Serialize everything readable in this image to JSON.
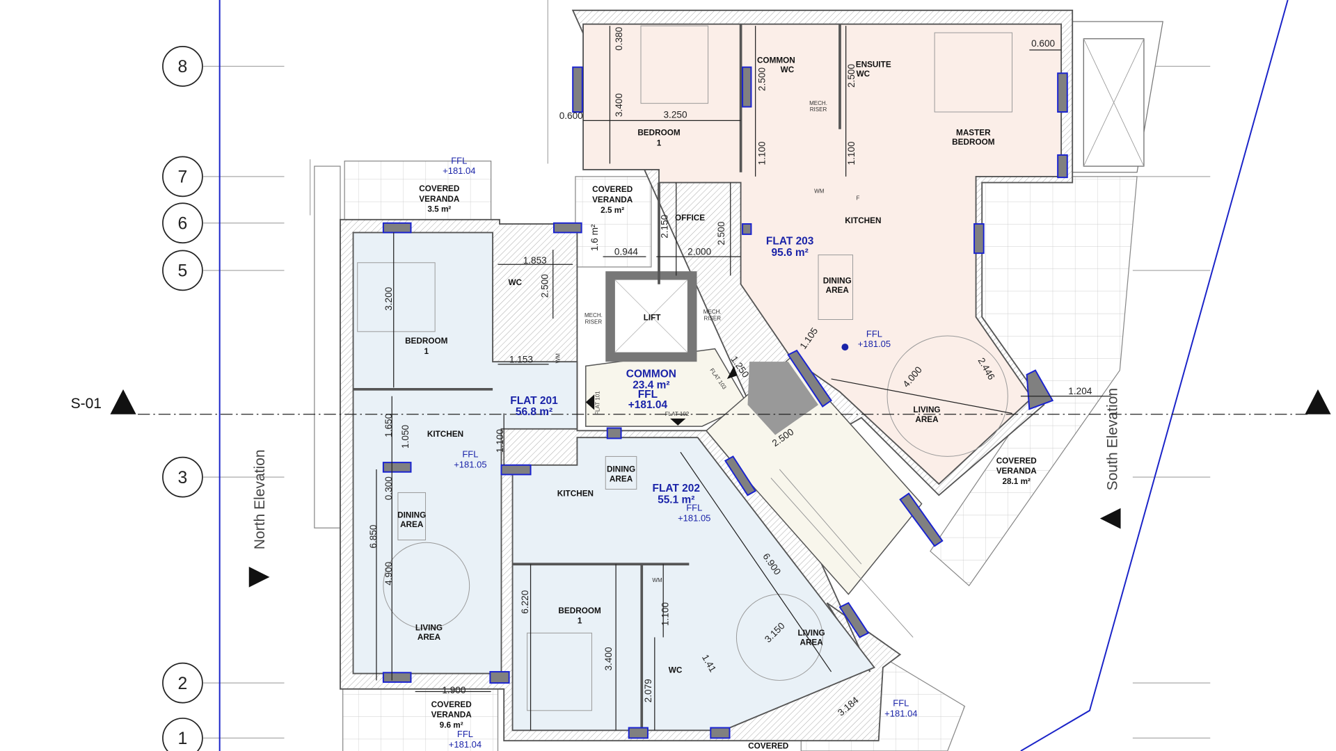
{
  "grid": {
    "labels": [
      "8",
      "7",
      "6",
      "5",
      "3",
      "2",
      "1"
    ]
  },
  "section": {
    "label": "S-01"
  },
  "elevations": {
    "north": "North Elevation",
    "south": "South Elevation"
  },
  "colors": {
    "boundary": "#1a23c8",
    "flat_blue": "#1a23a8",
    "flat203_fill": "#fbeee8",
    "flat201_202_fill": "#e9f1f7",
    "common_fill": "#f8f6ec",
    "window_frame": "#1a23d0"
  },
  "flat203": {
    "title": "FLAT 203",
    "area": "95.6 m²",
    "bedroom": [
      "BEDROOM",
      "1"
    ],
    "common_wc": [
      "COMMON",
      "WC"
    ],
    "mech_riser": [
      "MECH.",
      "RISER"
    ],
    "ensuite": [
      "ENSUITE",
      "WC"
    ],
    "master": [
      "MASTER",
      "BEDROOM"
    ],
    "veranda_small": [
      "COVERED",
      "VERANDA",
      "2.5 m²"
    ],
    "office": "OFFICE",
    "wm": "WM",
    "fridge": "F",
    "kitchen": "KITCHEN",
    "dining": [
      "DINING",
      "AREA"
    ],
    "ffl": [
      "FFL",
      "+181.05"
    ],
    "living": [
      "LIVING",
      "AREA"
    ],
    "veranda_large": [
      "COVERED",
      "VERANDA",
      "28.1 m²"
    ]
  },
  "common": {
    "title": "COMMON",
    "area": "23.4 m²",
    "ffl": [
      "FFL",
      "+181.04"
    ],
    "lift": "LIFT",
    "mech_left": [
      "MECH.",
      "RISER"
    ],
    "mech_right": [
      "MECH.",
      "RISER"
    ],
    "flat101": "FLAT 101",
    "flat102": "FLAT 102",
    "flat103": "FLAT 103"
  },
  "flat201": {
    "title": "FLAT 201",
    "area": "56.8 m²",
    "veranda_top": [
      "COVERED",
      "VERANDA",
      "3.5 m²"
    ],
    "veranda_top_ffl": [
      "FFL",
      "+181.04"
    ],
    "wc": "WC",
    "wm": "WM",
    "bedroom": [
      "BEDROOM",
      "1"
    ],
    "kitchen": "KITCHEN",
    "ffl": [
      "FFL",
      "+181.05"
    ],
    "dining": [
      "DINING",
      "AREA"
    ],
    "living": [
      "LIVING",
      "AREA"
    ],
    "veranda_bottom": [
      "COVERED",
      "VERANDA",
      "9.6 m²"
    ],
    "veranda_bottom_ffl": [
      "FFL",
      "+181.04"
    ]
  },
  "flat202": {
    "title": "FLAT 202",
    "area": "55.1 m²",
    "ffl": [
      "FFL",
      "+181.05"
    ],
    "kitchen": "KITCHEN",
    "dining": [
      "DINING",
      "AREA"
    ],
    "bedroom": [
      "BEDROOM",
      "1"
    ],
    "wm": "WM",
    "wc": "WC",
    "living": [
      "LIVING",
      "AREA"
    ],
    "veranda_ffl": [
      "FFL",
      "+181.04"
    ],
    "veranda_bottom": "COVERED"
  },
  "dimensions": [
    "0.380",
    "3.400",
    "0.600",
    "3.250",
    "2.500",
    "2.500",
    "1.100",
    "1.100",
    "0.600",
    "1.6 m²",
    "0.944",
    "2.150",
    "2.500",
    "2.000",
    "1.853",
    "2.500",
    "3.200",
    "1.153",
    "1.105",
    "1.250",
    "4.000",
    "2.446",
    "1.204",
    "2.500",
    "1.650",
    "1.050",
    "1.100",
    "0.300",
    "6.850",
    "4.900",
    "6.220",
    "3.400",
    "1.100",
    "2.079",
    "6.900",
    "3.150",
    "3.184",
    "1.900",
    "1.41"
  ]
}
